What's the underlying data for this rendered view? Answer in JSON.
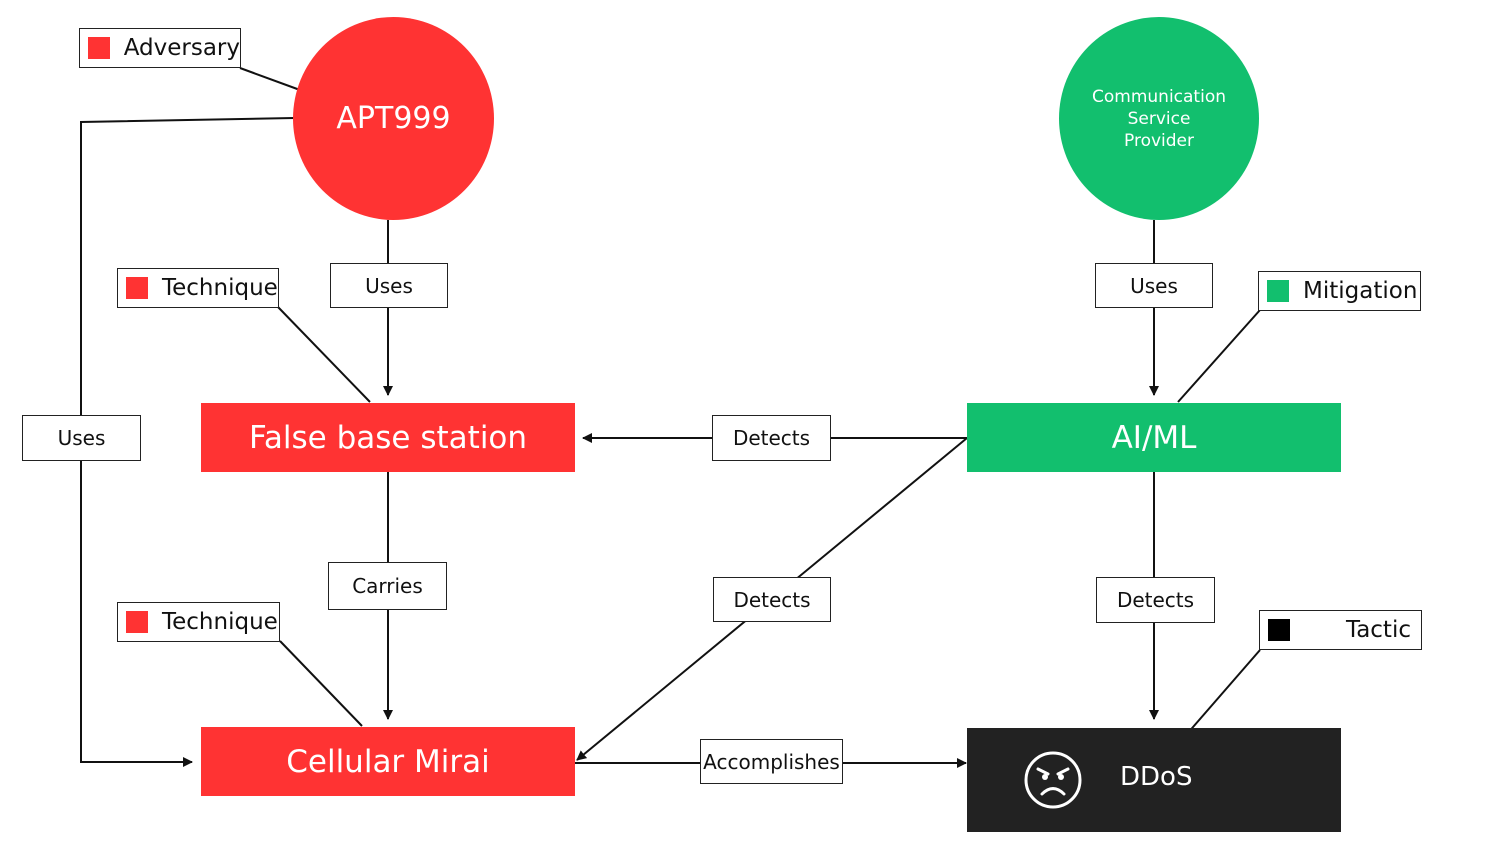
{
  "colors": {
    "adversary": "#ff3333",
    "defender": "#12bf6e",
    "tactic": "#222222",
    "line": "#111111"
  },
  "entities": {
    "apt999": "APT999",
    "csp": [
      "Communication",
      "Service",
      "Provider"
    ],
    "false_base_station": "False base station",
    "cellular_mirai": "Cellular Mirai",
    "ai_ml": "AI/ML",
    "ddos": "DDoS",
    "ddos_icon": "angry-face-icon"
  },
  "legends": {
    "adversary": "Adversary",
    "technique_1": "Technique",
    "technique_2": "Technique",
    "mitigation": "Mitigation",
    "tactic": "Tactic"
  },
  "relations": {
    "apt_uses_fbs": "Uses",
    "apt_uses_mirai": "Uses",
    "csp_uses_aiml": "Uses",
    "fbs_carries_mirai": "Carries",
    "aiml_detects_fbs": "Detects",
    "aiml_detects_mirai": "Detects",
    "aiml_detects_ddos": "Detects",
    "mirai_accomplishes_ddos": "Accomplishes"
  }
}
